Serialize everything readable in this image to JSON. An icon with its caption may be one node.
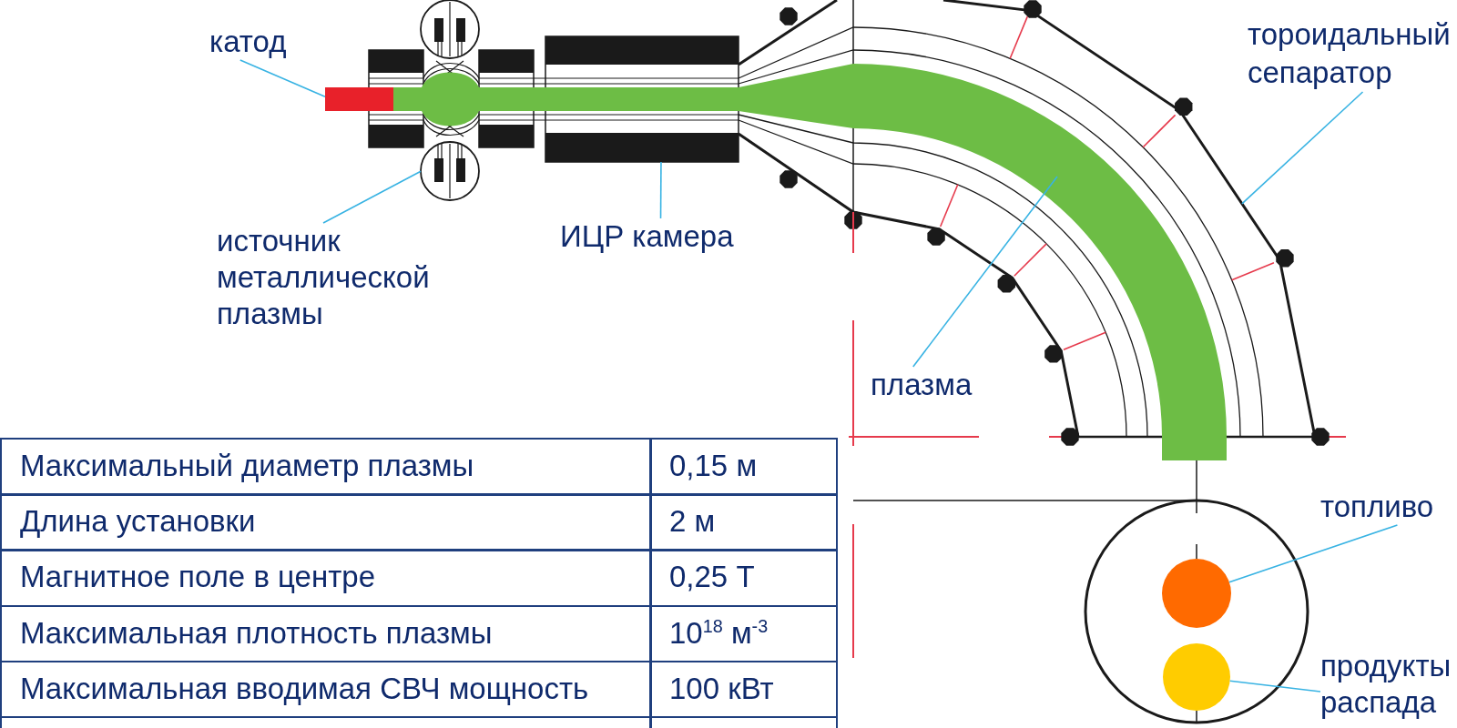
{
  "diagram": {
    "nodes": [
      {
        "text": [
          "катод"
        ]
      },
      {
        "text": [],
        "shape": "box"
      },
      {
        "text": [
          "источник металлической плазмы"
        ]
      },
      {
        "text": [],
        "shape": "circle"
      },
      {
        "text": [
          "ИЦР камера"
        ]
      },
      {
        "text": [],
        "shape": "box"
      },
      {
        "text": [
          "плазма"
        ]
      },
      {
        "text": [],
        "shape": "band"
      },
      {
        "text": [
          "тороидальный сепаратор"
        ]
      },
      {
        "text": [
          "топливо"
        ]
      },
      {
        "text": [],
        "shape": "circle"
      },
      {
        "text": [
          "продукты распада"
        ]
      },
      {
        "text": [],
        "shape": "circle"
      },
      {
        "text": [],
        "shape": "circle"
      }
    ],
    "edges": [
      {
        "from": 0,
        "to": 1,
        "arrow": "none"
      },
      {
        "from": 2,
        "to": 3,
        "arrow": "none"
      },
      {
        "from": 4,
        "to": 5,
        "arrow": "none"
      },
      {
        "from": 6,
        "to": 7,
        "arrow": "none"
      },
      {
        "from": 8,
        "to": null,
        "arrow": "none"
      },
      {
        "from": 9,
        "to": 10,
        "arrow": "none"
      },
      {
        "from": 11,
        "to": 12,
        "arrow": "none"
      }
    ],
    "labels": [
      "Максимальный диаметр плазмы",
      "0,15 м",
      "Длина установки",
      "2 м",
      "Магнитное поле в центре",
      "0,25 Т",
      "Максимальная плотность плазмы",
      "10$^{18}$ м$^{-3}$",
      "Максимальная вводимая СВЧ мощность",
      "100 кВт"
    ]
  }
}
